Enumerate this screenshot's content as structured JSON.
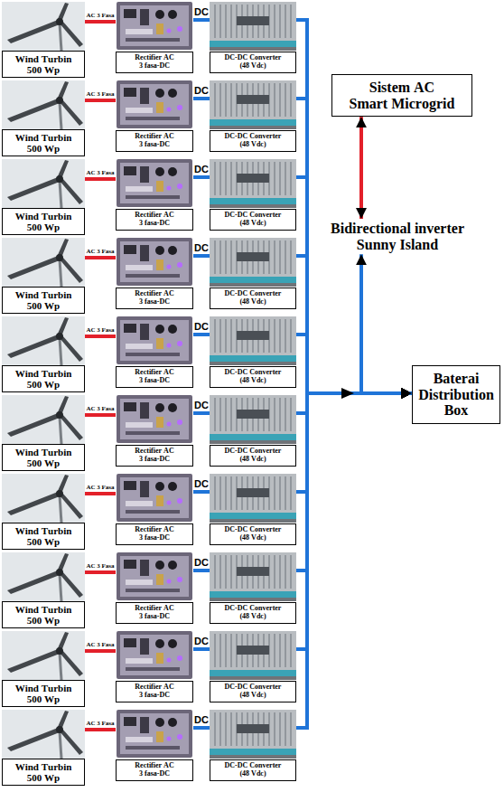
{
  "diagram": {
    "nodes": [
      {
        "text": [
          "Wind Turbin 500 Wp"
        ]
      },
      {
        "text": [
          "Rectifier AC 3 fasa-DC"
        ]
      },
      {
        "text": [
          "DC-DC Converter (48 Vdc)"
        ]
      },
      {
        "text": [
          "Wind Turbin 500 Wp"
        ]
      },
      {
        "text": [
          "Rectifier AC 3 fasa-DC"
        ]
      },
      {
        "text": [
          "DC-DC Converter (48 Vdc)"
        ]
      },
      {
        "text": [
          "Wind Turbin 500 Wp"
        ]
      },
      {
        "text": [
          "Rectifier AC 3 fasa-DC"
        ]
      },
      {
        "text": [
          "DC-DC Converter (48 Vdc)"
        ]
      },
      {
        "text": [
          "Wind Turbin 500 Wp"
        ]
      },
      {
        "text": [
          "Rectifier AC 3 fasa-DC"
        ]
      },
      {
        "text": [
          "DC-DC Converter (48 Vdc)"
        ]
      },
      {
        "text": [
          "Wind Turbin 500 Wp"
        ]
      },
      {
        "text": [
          "Rectifier AC 3 fasa-DC"
        ]
      },
      {
        "text": [
          "DC-DC Converter (48 Vdc)"
        ]
      },
      {
        "text": [
          "Wind Turbin 500 Wp"
        ]
      },
      {
        "text": [
          "Rectifier AC 3 fasa-DC"
        ]
      },
      {
        "text": [
          "DC-DC Converter (48 Vdc)"
        ]
      },
      {
        "text": [
          "Wind Turbin 500 Wp"
        ]
      },
      {
        "text": [
          "Rectifier AC 3 fasa-DC"
        ]
      },
      {
        "text": [
          "DC-DC Converter (48 Vdc)"
        ]
      },
      {
        "text": [
          "Wind Turbin 500 Wp"
        ]
      },
      {
        "text": [
          "Rectifier AC 3 fasa-DC"
        ]
      },
      {
        "text": [
          "DC-DC Converter (48 Vdc)"
        ]
      },
      {
        "text": [
          "Wind Turbin 500 Wp"
        ]
      },
      {
        "text": [
          "Rectifier AC 3 fasa-DC"
        ]
      },
      {
        "text": [
          "DC-DC Converter (48 Vdc)"
        ]
      },
      {
        "text": [
          "Wind Turbin 500 Wp"
        ]
      },
      {
        "text": [
          "Rectifier AC 3 fasa-DC"
        ]
      },
      {
        "text": [
          "DC-DC Converter (48 Vdc)"
        ]
      },
      {
        "text": [
          "Sistem AC Smart Microgrid"
        ]
      },
      {
        "text": [
          "Bidirectional inverter Sunny Island"
        ]
      },
      {
        "text": [
          "Baterai Distribution Box"
        ]
      }
    ],
    "edges": [
      {
        "from": 0,
        "to": 1,
        "label": "AC 3 Fasa",
        "arrow": "none"
      },
      {
        "from": 1,
        "to": 2,
        "label": "DC",
        "arrow": "none"
      },
      {
        "from": 2,
        "to": 32,
        "arrow": "to"
      },
      {
        "from": 3,
        "to": 4,
        "label": "AC 3 Fasa",
        "arrow": "none"
      },
      {
        "from": 4,
        "to": 5,
        "label": "DC",
        "arrow": "none"
      },
      {
        "from": 5,
        "to": 32,
        "arrow": "to"
      },
      {
        "from": 6,
        "to": 7,
        "label": "AC 3 Fasa",
        "arrow": "none"
      },
      {
        "from": 7,
        "to": 8,
        "label": "DC",
        "arrow": "none"
      },
      {
        "from": 8,
        "to": 32,
        "arrow": "to"
      },
      {
        "from": 9,
        "to": 10,
        "label": "AC 3 Fasa",
        "arrow": "none"
      },
      {
        "from": 10,
        "to": 11,
        "label": "DC",
        "arrow": "none"
      },
      {
        "from": 11,
        "to": 32,
        "arrow": "to"
      },
      {
        "from": 12,
        "to": 13,
        "label": "AC 3 Fasa",
        "arrow": "none"
      },
      {
        "from": 13,
        "to": 14,
        "label": "DC",
        "arrow": "none"
      },
      {
        "from": 14,
        "to": 32,
        "arrow": "to"
      },
      {
        "from": 15,
        "to": 16,
        "label": "AC 3 Fasa",
        "arrow": "none"
      },
      {
        "from": 16,
        "to": 17,
        "label": "DC",
        "arrow": "none"
      },
      {
        "from": 17,
        "to": 32,
        "arrow": "to"
      },
      {
        "from": 18,
        "to": 19,
        "label": "AC 3 Fasa",
        "arrow": "none"
      },
      {
        "from": 19,
        "to": 20,
        "label": "DC",
        "arrow": "none"
      },
      {
        "from": 20,
        "to": 32,
        "arrow": "to"
      },
      {
        "from": 21,
        "to": 22,
        "label": "AC 3 Fasa",
        "arrow": "none"
      },
      {
        "from": 22,
        "to": 23,
        "label": "DC",
        "arrow": "none"
      },
      {
        "from": 23,
        "to": 32,
        "arrow": "to"
      },
      {
        "from": 24,
        "to": 25,
        "label": "AC 3 Fasa",
        "arrow": "none"
      },
      {
        "from": 25,
        "to": 26,
        "label": "DC",
        "arrow": "none"
      },
      {
        "from": 26,
        "to": 32,
        "arrow": "to"
      },
      {
        "from": 27,
        "to": 28,
        "label": "AC 3 Fasa",
        "arrow": "none"
      },
      {
        "from": 28,
        "to": 29,
        "label": "DC",
        "arrow": "none"
      },
      {
        "from": 29,
        "to": 32,
        "arrow": "to"
      },
      {
        "from": 30,
        "to": 31,
        "arrow": "both"
      },
      {
        "from": 31,
        "to": 32,
        "arrow": "both"
      }
    ]
  }
}
